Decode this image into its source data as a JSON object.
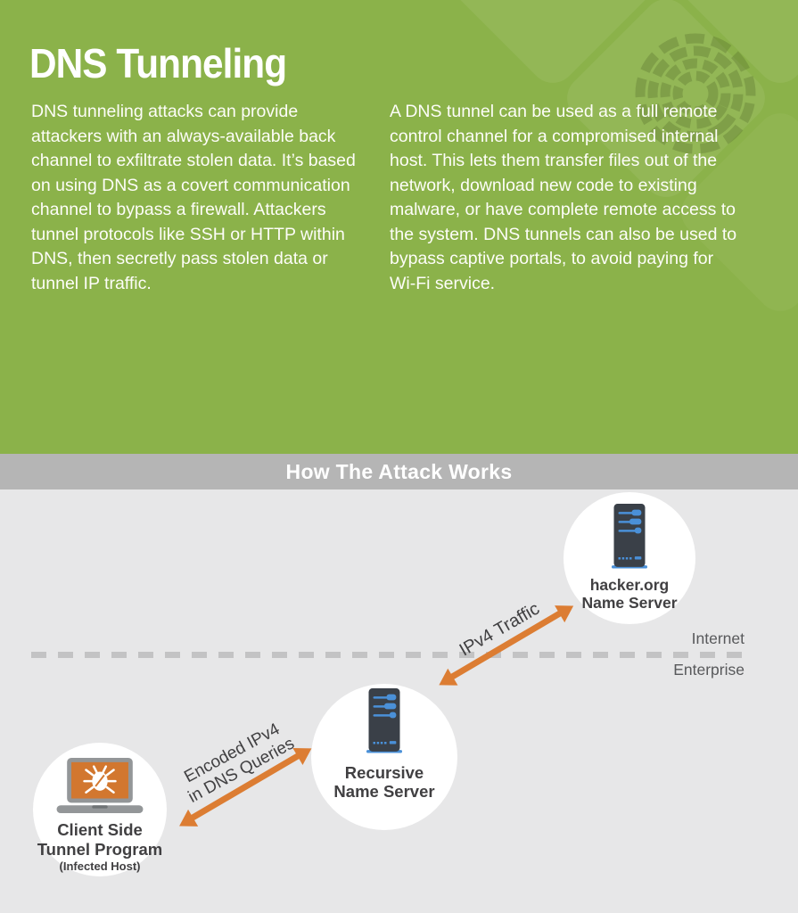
{
  "header": {
    "title": "DNS Tunneling",
    "intro_left": "DNS tunneling attacks can provide attackers with an always-available back channel to exfiltrate stolen data. It’s based on using DNS as a covert communication channel to bypass a firewall. Attackers tunnel protocols like SSH or HTTP within DNS, then secretly pass stolen data or tunnel IP traffic.",
    "intro_right": "A DNS tunnel can be used as a full remote control channel for a compromised internal host. This lets them transfer files out of the network, download new code to existing malware, or have complete remote access to the system. DNS tunnels can also be used to bypass captive portals, to avoid paying for Wi-Fi service."
  },
  "banner": {
    "title": "How The Attack Works"
  },
  "diagram": {
    "zones": {
      "above_line": "Internet",
      "below_line": "Enterprise"
    },
    "nodes": {
      "hacker": {
        "line1": "hacker.org",
        "line2": "Name Server"
      },
      "recursive": {
        "line1": "Recursive",
        "line2": "Name Server"
      },
      "client": {
        "line1": "Client Side",
        "line2": "Tunnel Program",
        "sub": "(Infected Host)"
      }
    },
    "arrows": {
      "ipv4": {
        "label": "IPv4 Traffic"
      },
      "encoded": {
        "line1": "Encoded IPv4",
        "line2": "in DNS Queries"
      }
    }
  },
  "colors": {
    "green": "#8BB24A",
    "banner_gray": "#B5B5B5",
    "body_gray": "#E7E7E8",
    "orange": "#DC7D33",
    "text_dark": "#414042",
    "zone_label_gray": "#58595B",
    "server_body": "#3A4048",
    "server_blue": "#4A90D8",
    "laptop_gray": "#939698",
    "laptop_screen_orange": "#D2772F",
    "node_circle": "#FFFFFF"
  }
}
